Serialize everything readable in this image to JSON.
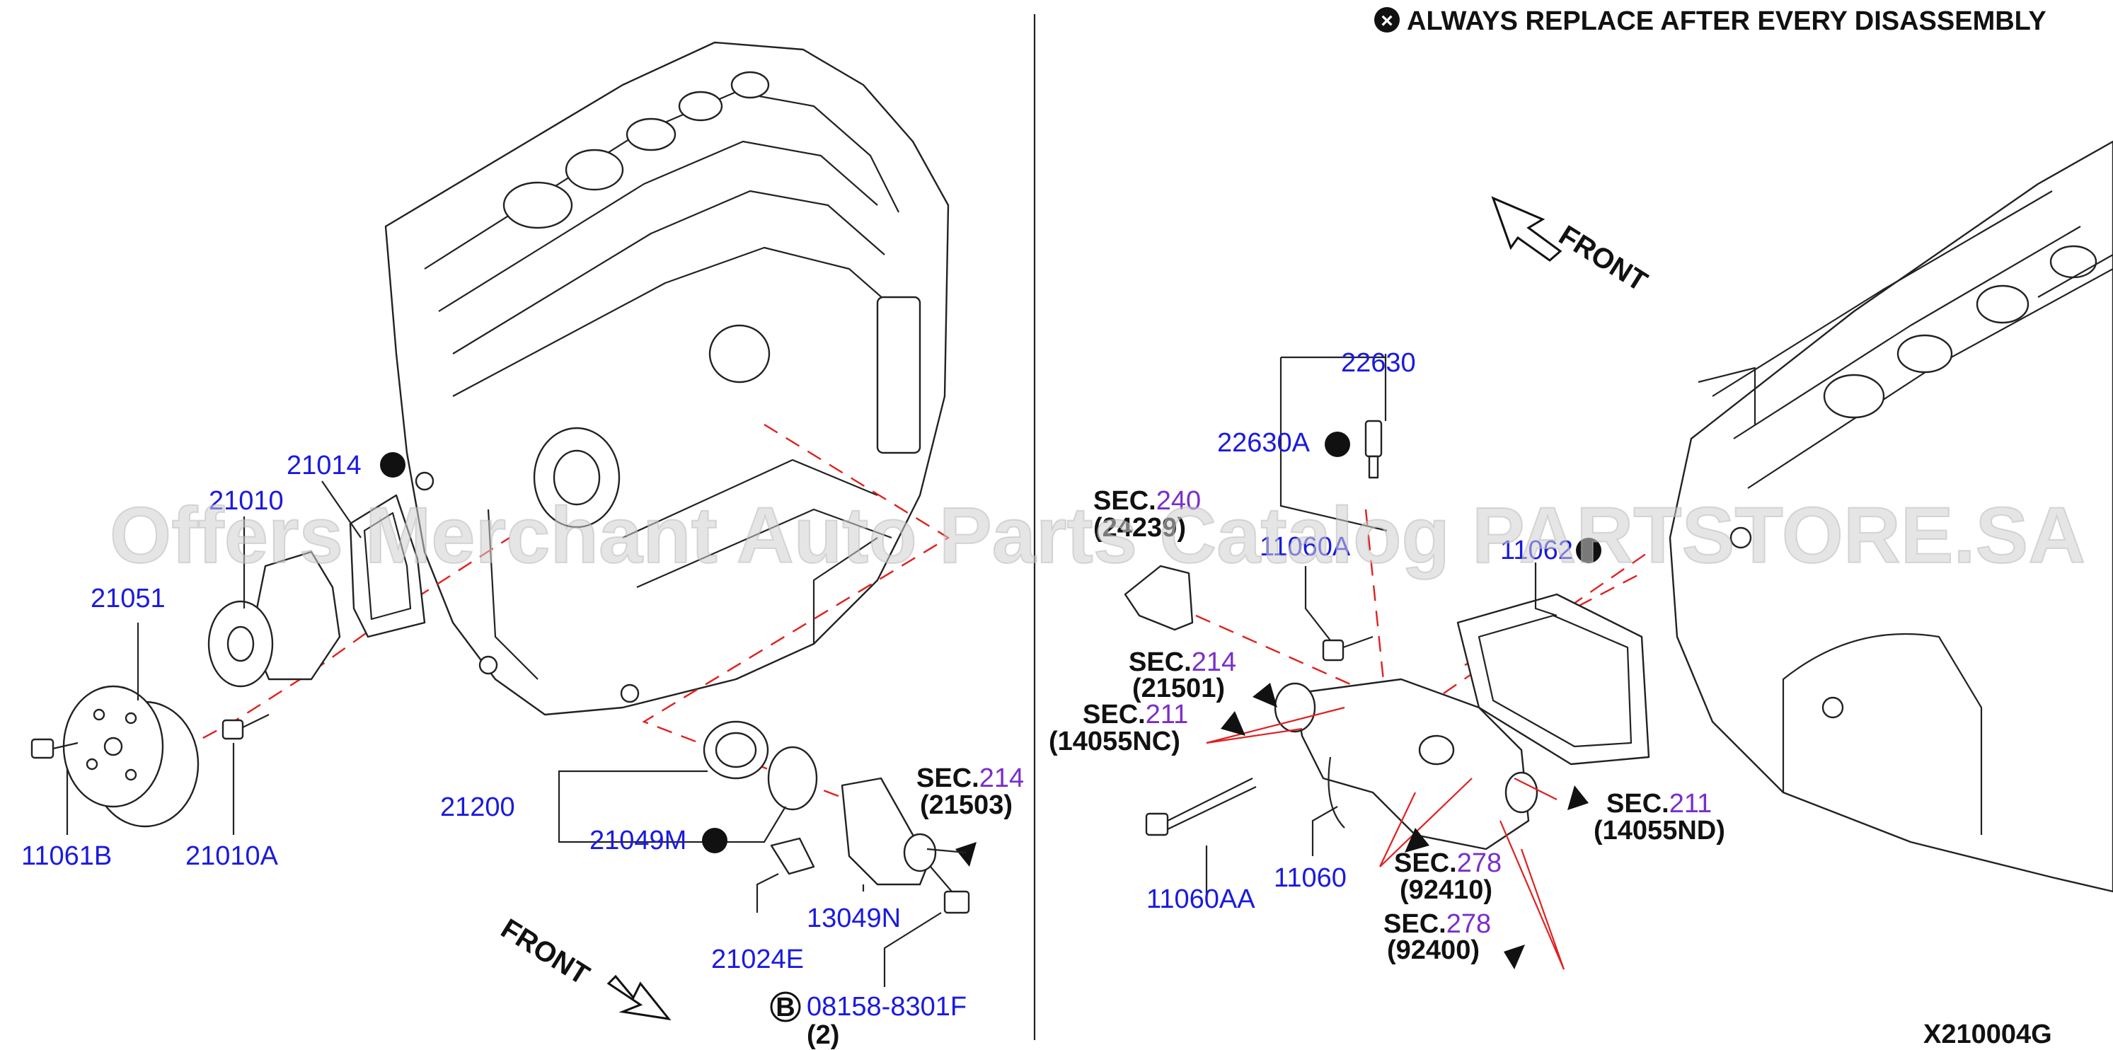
{
  "notice": {
    "symbol": "⊗",
    "text": "ALWAYS REPLACE AFTER EVERY DISASSEMBLY"
  },
  "drawing_code": "X210004G",
  "watermark": "Offers Merchant Auto Parts Catalog PARTSTORE.SA",
  "front_labels": {
    "left": "FRONT",
    "right": "FRONT"
  },
  "left_view": {
    "part_numbers": {
      "p21014": "21014",
      "p21010": "21010",
      "p21051": "21051",
      "p11061B": "11061B",
      "p21010A": "21010A",
      "p21200": "21200",
      "p21049M": "21049M",
      "p13049N": "13049N",
      "p21024E": "21024E",
      "p08158": "08158-8301F",
      "p08158_qty": "(2)",
      "bolt_ref": "B"
    },
    "sec_refs": [
      {
        "prefix": "SEC.",
        "sec": "214",
        "ref": "(21503)"
      }
    ]
  },
  "right_view": {
    "part_numbers": {
      "p22630": "22630",
      "p22630A": "22630A",
      "p11060A": "11060A",
      "p11062": "11062",
      "p11060": "11060",
      "p11060AA": "11060AA"
    },
    "sec_refs": [
      {
        "prefix": "SEC.",
        "sec": "240",
        "ref": "(24239)"
      },
      {
        "prefix": "SEC.",
        "sec": "214",
        "ref": "(21501)"
      },
      {
        "prefix": "SEC.",
        "sec": "211",
        "ref": "(14055NC)"
      },
      {
        "prefix": "SEC.",
        "sec": "211",
        "ref": "(14055ND)"
      },
      {
        "prefix": "SEC.",
        "sec": "278",
        "ref": "(92410)"
      },
      {
        "prefix": "SEC.",
        "sec": "278",
        "ref": "(92400)"
      }
    ]
  },
  "colors": {
    "part_number": "#1a1adf",
    "sec_number": "#7a2fc8",
    "leader_dashed": "#e02020",
    "line": "#222222"
  }
}
